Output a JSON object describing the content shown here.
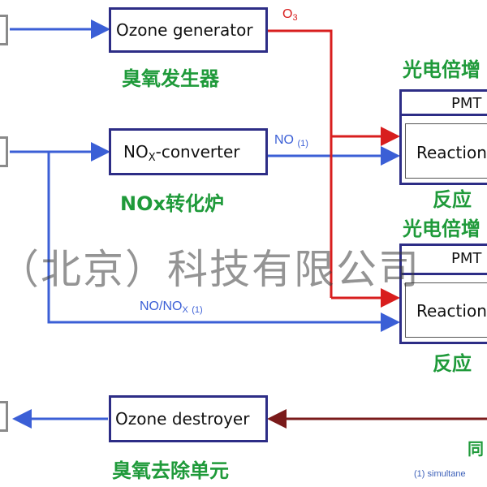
{
  "diagram": {
    "nodes": {
      "ozone_generator": {
        "label": "Ozone generator",
        "label_cn": "臭氧发生器"
      },
      "nox_converter": {
        "label_prefix": "NO",
        "label_sub": "X",
        "label_suffix": "-converter",
        "label_cn": "NOx转化炉"
      },
      "pmt_upper": {
        "label": "PMT",
        "label_cn": "光电倍增"
      },
      "reaction_upper": {
        "label": "Reaction",
        "label_cn": "反应"
      },
      "pmt_lower": {
        "label": "PMT",
        "label_cn": "光电倍增"
      },
      "reaction_lower": {
        "label": "Reaction",
        "label_cn": "反应"
      },
      "ozone_destroyer": {
        "label": "Ozone destroyer",
        "label_cn": "臭氧去除单元"
      }
    },
    "flows": {
      "o3": {
        "label": "O",
        "sub": "3"
      },
      "no": {
        "label": "NO",
        "note": "(1)"
      },
      "no_nox": {
        "label": "NO/NO",
        "sub": "X",
        "note": "(1)"
      }
    },
    "footnote": "(1) simultane",
    "footnote_cn": "同",
    "watermark": "（北京）科技有限公司"
  },
  "colors": {
    "box_border": "#2d2d86",
    "gas_line": "#3b5fd6",
    "ozone_line": "#d81e1e",
    "exhaust_line": "#7a1a1a",
    "label_cn": "#1f9a3a"
  }
}
